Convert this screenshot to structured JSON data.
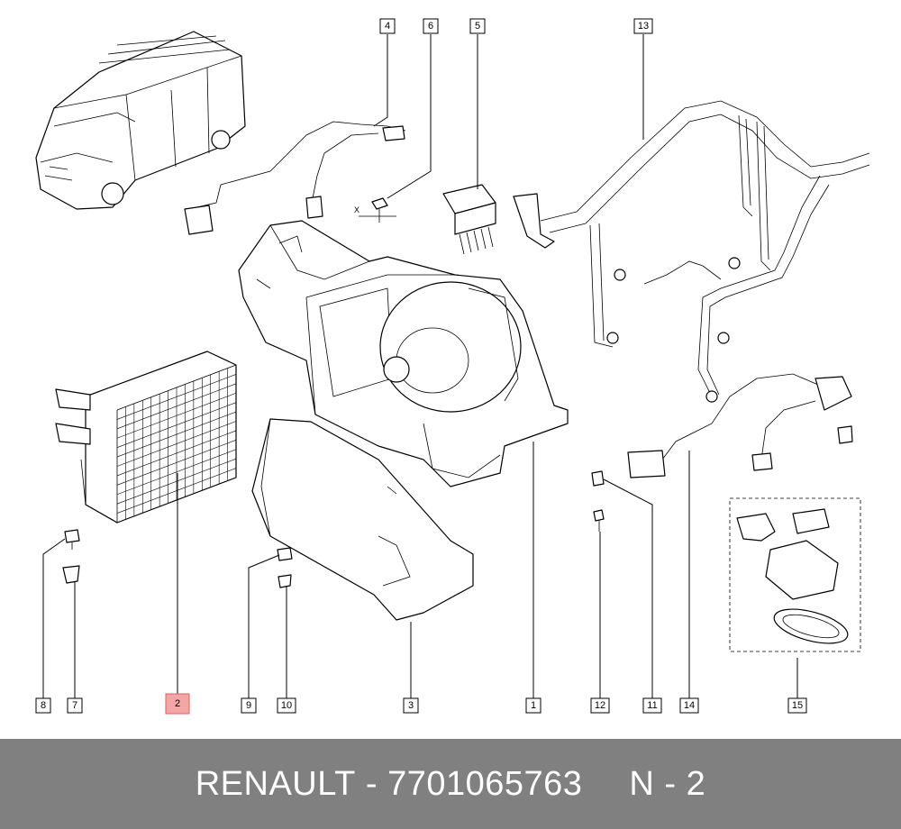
{
  "diagram": {
    "callouts": {
      "c1": "1",
      "c2": "2",
      "c3": "3",
      "c4": "4",
      "c5": "5",
      "c6": "6",
      "c7": "7",
      "c8": "8",
      "c9": "9",
      "c10": "10",
      "c11": "11",
      "c12": "12",
      "c13": "13",
      "c14": "14",
      "c15": "15"
    },
    "highlighted_callout": "2",
    "highlight_color": "#f2a6a6",
    "axis_label": "X"
  },
  "footer": {
    "brand": "RENAULT",
    "dash": "-",
    "part_number": "7701065763",
    "position": "N - 2",
    "background": "#808080"
  }
}
